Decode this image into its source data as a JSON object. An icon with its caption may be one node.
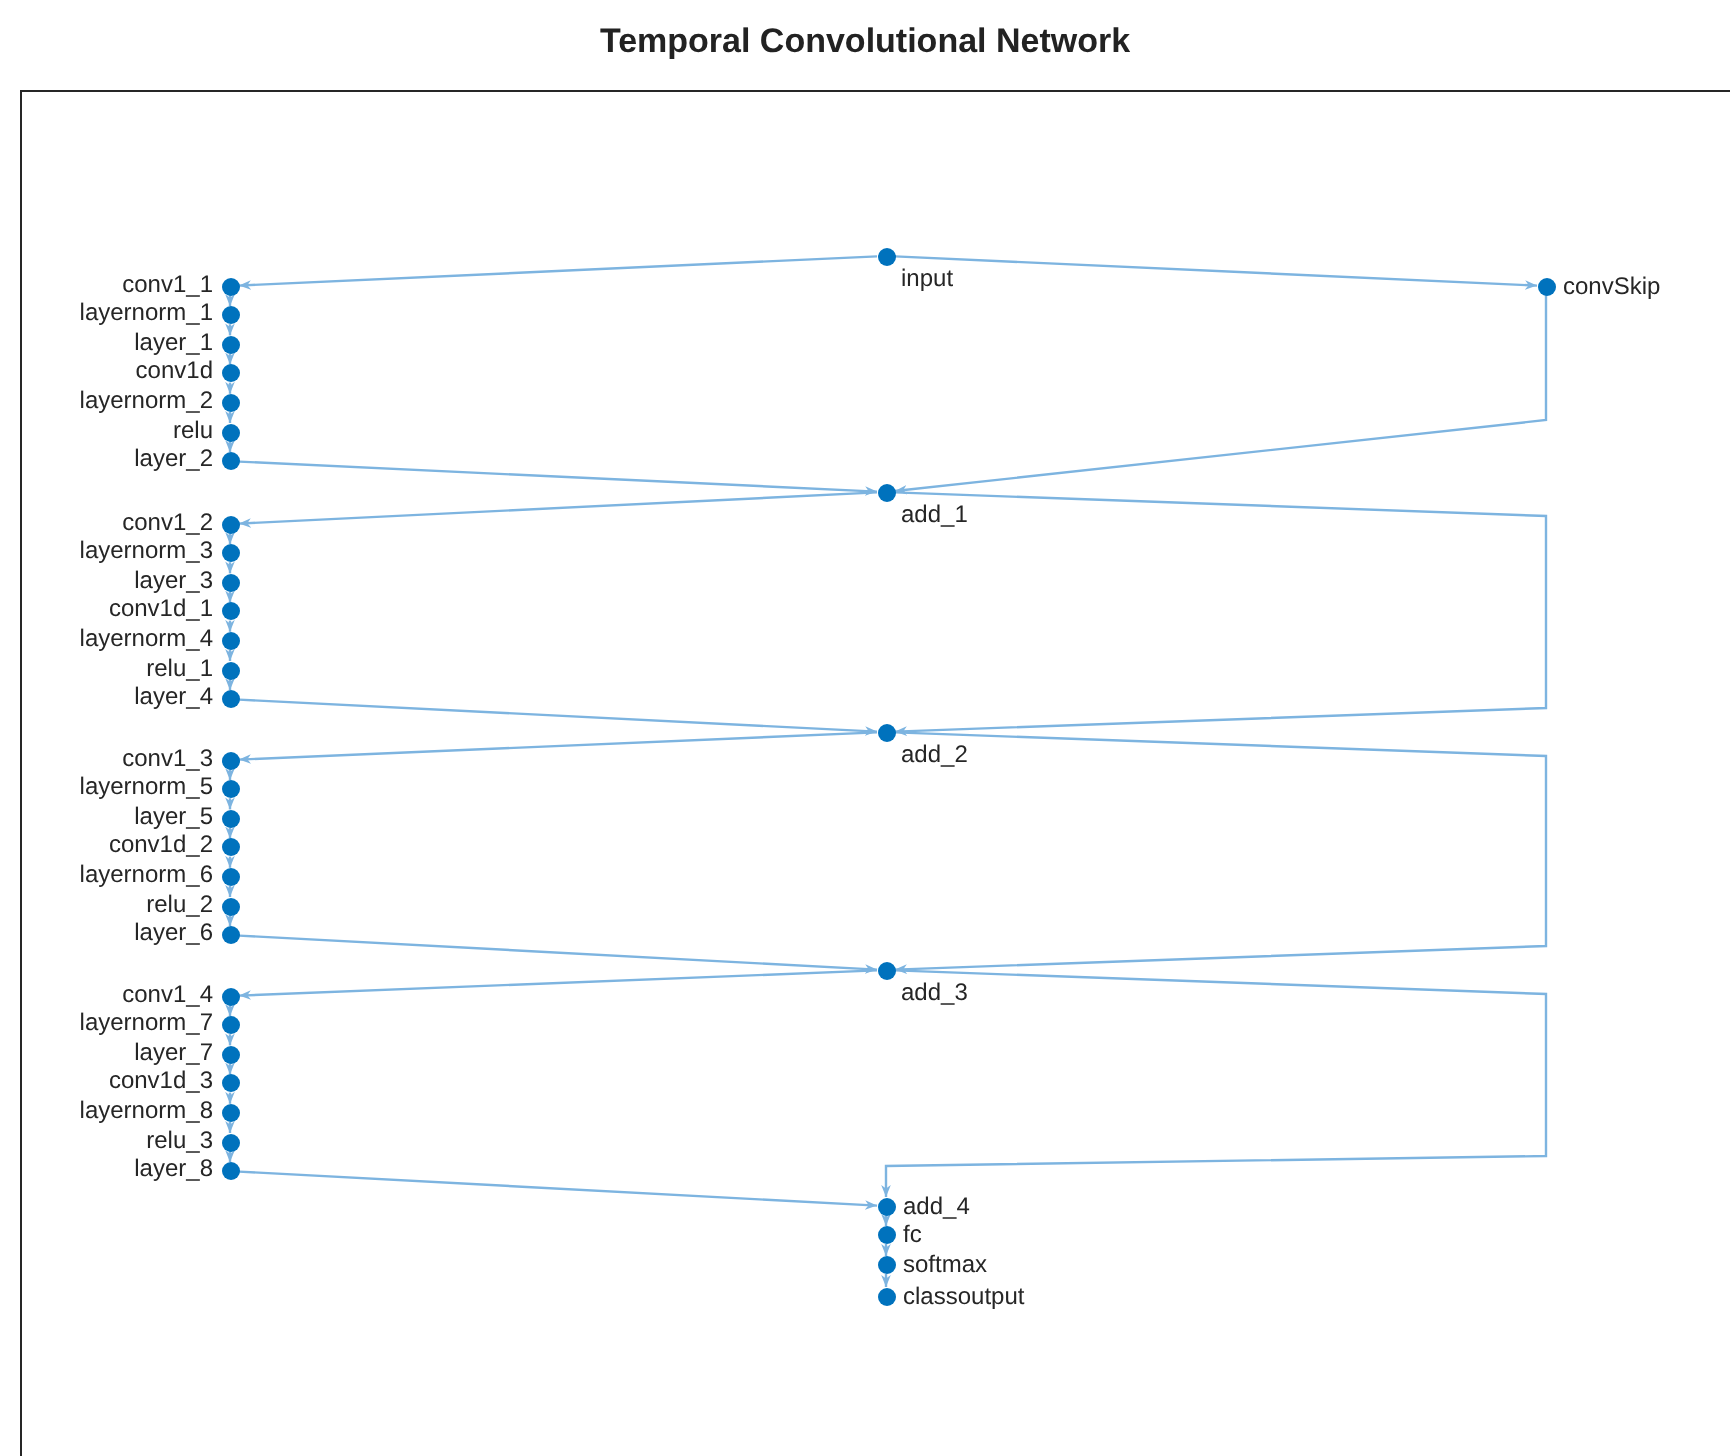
{
  "diagram": {
    "title": "Temporal Convolutional Network",
    "nodes": [
      {
        "text": [
          "input"
        ]
      },
      {
        "text": [
          "convSkip"
        ]
      },
      {
        "text": [
          "conv1_1"
        ]
      },
      {
        "text": [
          "layernorm_1"
        ]
      },
      {
        "text": [
          "layer_1"
        ]
      },
      {
        "text": [
          "conv1d"
        ]
      },
      {
        "text": [
          "layernorm_2"
        ]
      },
      {
        "text": [
          "relu"
        ]
      },
      {
        "text": [
          "layer_2"
        ]
      },
      {
        "text": [
          "add_1"
        ]
      },
      {
        "text": [
          "conv1_2"
        ]
      },
      {
        "text": [
          "layernorm_3"
        ]
      },
      {
        "text": [
          "layer_3"
        ]
      },
      {
        "text": [
          "conv1d_1"
        ]
      },
      {
        "text": [
          "layernorm_4"
        ]
      },
      {
        "text": [
          "relu_1"
        ]
      },
      {
        "text": [
          "layer_4"
        ]
      },
      {
        "text": [
          "add_2"
        ]
      },
      {
        "text": [
          "conv1_3"
        ]
      },
      {
        "text": [
          "layernorm_5"
        ]
      },
      {
        "text": [
          "layer_5"
        ]
      },
      {
        "text": [
          "conv1d_2"
        ]
      },
      {
        "text": [
          "layernorm_6"
        ]
      },
      {
        "text": [
          "relu_2"
        ]
      },
      {
        "text": [
          "layer_6"
        ]
      },
      {
        "text": [
          "add_3"
        ]
      },
      {
        "text": [
          "conv1_4"
        ]
      },
      {
        "text": [
          "layernorm_7"
        ]
      },
      {
        "text": [
          "layer_7"
        ]
      },
      {
        "text": [
          "conv1d_3"
        ]
      },
      {
        "text": [
          "layernorm_8"
        ]
      },
      {
        "text": [
          "relu_3"
        ]
      },
      {
        "text": [
          "layer_8"
        ]
      },
      {
        "text": [
          "add_4"
        ]
      },
      {
        "text": [
          "fc"
        ]
      },
      {
        "text": [
          "softmax"
        ]
      },
      {
        "text": [
          "classoutput"
        ]
      }
    ],
    "edges": [
      {
        "from": 0,
        "to": 2,
        "arrow": "to"
      },
      {
        "from": 0,
        "to": 1,
        "arrow": "to"
      },
      {
        "from": 2,
        "to": 3,
        "arrow": "to"
      },
      {
        "from": 3,
        "to": 4,
        "arrow": "to"
      },
      {
        "from": 4,
        "to": 5,
        "arrow": "to"
      },
      {
        "from": 5,
        "to": 6,
        "arrow": "to"
      },
      {
        "from": 6,
        "to": 7,
        "arrow": "to"
      },
      {
        "from": 7,
        "to": 8,
        "arrow": "to"
      },
      {
        "from": 8,
        "to": 9,
        "arrow": "to"
      },
      {
        "from": 1,
        "to": 9,
        "arrow": "to"
      },
      {
        "from": 9,
        "to": 10,
        "arrow": "to"
      },
      {
        "from": 10,
        "to": 11,
        "arrow": "to"
      },
      {
        "from": 11,
        "to": 12,
        "arrow": "to"
      },
      {
        "from": 12,
        "to": 13,
        "arrow": "to"
      },
      {
        "from": 13,
        "to": 14,
        "arrow": "to"
      },
      {
        "from": 14,
        "to": 15,
        "arrow": "to"
      },
      {
        "from": 15,
        "to": 16,
        "arrow": "to"
      },
      {
        "from": 16,
        "to": 17,
        "arrow": "to"
      },
      {
        "from": 9,
        "to": 17,
        "arrow": "to"
      },
      {
        "from": 17,
        "to": 18,
        "arrow": "to"
      },
      {
        "from": 18,
        "to": 19,
        "arrow": "to"
      },
      {
        "from": 19,
        "to": 20,
        "arrow": "to"
      },
      {
        "from": 20,
        "to": 21,
        "arrow": "to"
      },
      {
        "from": 21,
        "to": 22,
        "arrow": "to"
      },
      {
        "from": 22,
        "to": 23,
        "arrow": "to"
      },
      {
        "from": 23,
        "to": 24,
        "arrow": "to"
      },
      {
        "from": 24,
        "to": 25,
        "arrow": "to"
      },
      {
        "from": 17,
        "to": 25,
        "arrow": "to"
      },
      {
        "from": 25,
        "to": 26,
        "arrow": "to"
      },
      {
        "from": 26,
        "to": 27,
        "arrow": "to"
      },
      {
        "from": 27,
        "to": 28,
        "arrow": "to"
      },
      {
        "from": 28,
        "to": 29,
        "arrow": "to"
      },
      {
        "from": 29,
        "to": 30,
        "arrow": "to"
      },
      {
        "from": 30,
        "to": 31,
        "arrow": "to"
      },
      {
        "from": 31,
        "to": 32,
        "arrow": "to"
      },
      {
        "from": 32,
        "to": 33,
        "arrow": "to"
      },
      {
        "from": 25,
        "to": 33,
        "arrow": "to"
      },
      {
        "from": 33,
        "to": 34,
        "arrow": "to"
      },
      {
        "from": 34,
        "to": 35,
        "arrow": "to"
      },
      {
        "from": 35,
        "to": 36,
        "arrow": "to"
      }
    ]
  }
}
